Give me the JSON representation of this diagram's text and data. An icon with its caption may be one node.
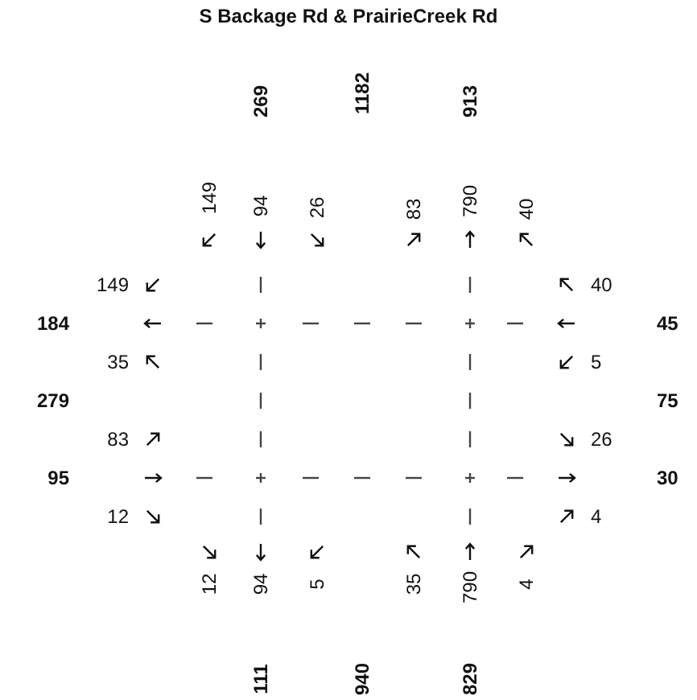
{
  "diagram": {
    "title": "S Backage Rd & PrairieCreek Rd",
    "labels": [
      "269",
      "1182",
      "913",
      "149",
      "94",
      "26",
      "83",
      "790",
      "40",
      "149",
      "40",
      "184",
      "45",
      "35",
      "5",
      "279",
      "75",
      "83",
      "26",
      "95",
      "30",
      "12",
      "4",
      "12",
      "94",
      "5",
      "35",
      "790",
      "4",
      "111",
      "940",
      "829"
    ]
  }
}
